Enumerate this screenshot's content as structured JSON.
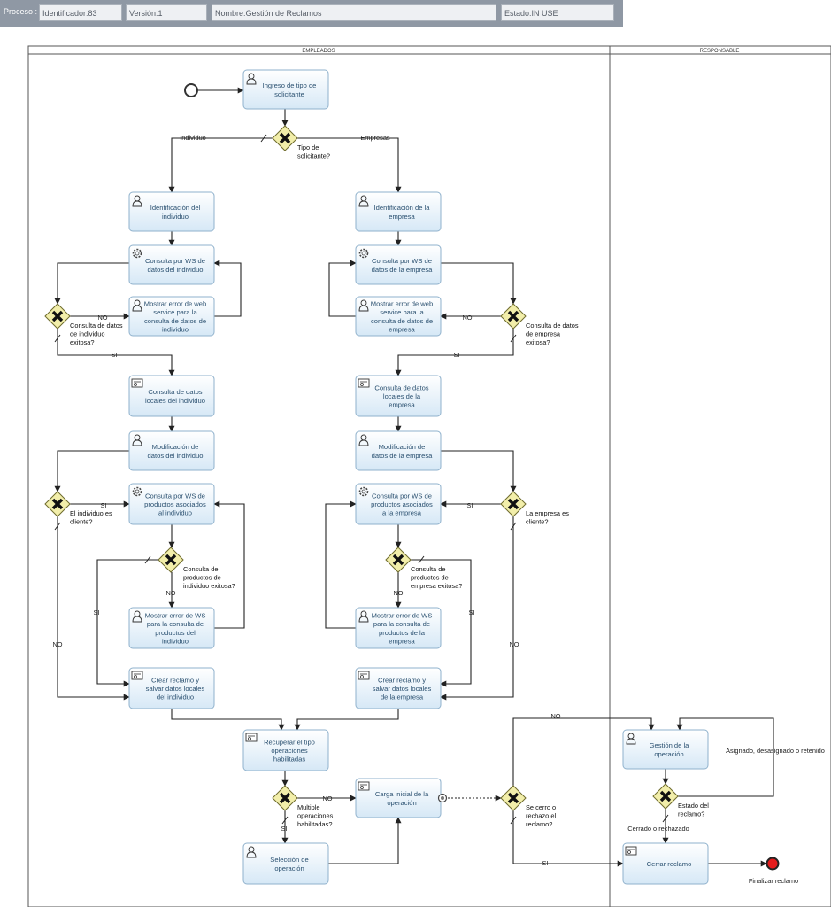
{
  "header": {
    "label": "Proceso :",
    "fields": [
      "Identificador:83",
      "Versión:1",
      "Nombre:Gestión de Reclamos",
      "Estado:IN USE"
    ]
  },
  "lanes": [
    "EMPLEADOS",
    "RESPONSABLE"
  ],
  "tasks": [
    {
      "id": "t1",
      "icon": "user-icon",
      "lines": [
        "Ingreso de tipo de",
        "solicitante"
      ]
    },
    {
      "id": "t2",
      "icon": "user-icon",
      "lines": [
        "Identificación del",
        "individuo"
      ]
    },
    {
      "id": "t3",
      "icon": "user-icon",
      "lines": [
        "Identificación de la",
        "empresa"
      ]
    },
    {
      "id": "t4",
      "icon": "gear-icon",
      "lines": [
        "Consulta por WS de",
        "datos del individuo"
      ]
    },
    {
      "id": "t5",
      "icon": "gear-icon",
      "lines": [
        "Consulta por WS de",
        "datos de la empresa"
      ]
    },
    {
      "id": "t6",
      "icon": "user-icon",
      "lines": [
        "Mostrar error de web",
        "service para la",
        "consulta de datos de",
        "individuo"
      ]
    },
    {
      "id": "t7",
      "icon": "user-icon",
      "lines": [
        "Mostrar error de web",
        "service para la",
        "consulta de datos de",
        "empresa"
      ]
    },
    {
      "id": "t8",
      "icon": "script-icon",
      "lines": [
        "Consulta de datos",
        "locales del individuo"
      ]
    },
    {
      "id": "t9",
      "icon": "script-icon",
      "lines": [
        "Consulta de datos",
        "locales de la",
        "empresa"
      ]
    },
    {
      "id": "t10",
      "icon": "user-icon",
      "lines": [
        "Modificación de",
        "datos del individuo"
      ]
    },
    {
      "id": "t11",
      "icon": "user-icon",
      "lines": [
        "Modificación de",
        "datos de la empresa"
      ]
    },
    {
      "id": "t12",
      "icon": "gear-icon",
      "lines": [
        "Consulta por WS de",
        "productos asociados",
        "al individuo"
      ]
    },
    {
      "id": "t13",
      "icon": "gear-icon",
      "lines": [
        "Consulta por WS de",
        "productos asociados",
        "a la empresa"
      ]
    },
    {
      "id": "t14",
      "icon": "user-icon",
      "lines": [
        "Mostrar error de WS",
        "para la consulta de",
        "productos del",
        "individuo"
      ]
    },
    {
      "id": "t15",
      "icon": "user-icon",
      "lines": [
        "Mostrar error de WS",
        "para la consulta de",
        "productos de la",
        "empresa"
      ]
    },
    {
      "id": "t16",
      "icon": "script-icon",
      "lines": [
        "Crear reclamo y",
        "salvar datos locales",
        "del individuo"
      ]
    },
    {
      "id": "t17",
      "icon": "script-icon",
      "lines": [
        "Crear reclamo y",
        "salvar datos locales",
        "de la empresa"
      ]
    },
    {
      "id": "t18",
      "icon": "script-icon",
      "lines": [
        "Recuperar el tipo",
        "operaciones",
        "habilitadas"
      ]
    },
    {
      "id": "t19",
      "icon": "script-icon",
      "lines": [
        "Carga inicial de la",
        "operación"
      ]
    },
    {
      "id": "t20",
      "icon": "user-icon",
      "lines": [
        "Selección de",
        "operación"
      ]
    },
    {
      "id": "t21",
      "icon": "user-icon",
      "lines": [
        "Gestión de la",
        "operación"
      ]
    },
    {
      "id": "t22",
      "icon": "script-icon",
      "lines": [
        "Cerrar reclamo"
      ]
    }
  ],
  "gateways": [
    {
      "id": "g1",
      "lines": [
        "Tipo de",
        "solicitante?"
      ]
    },
    {
      "id": "g2",
      "lines": [
        "Consulta de datos",
        "de individuo",
        "exitosa?"
      ]
    },
    {
      "id": "g3",
      "lines": [
        "Consulta de datos",
        "de empresa",
        "exitosa?"
      ]
    },
    {
      "id": "g4",
      "lines": [
        "El individuo es",
        "cliente?"
      ]
    },
    {
      "id": "g5",
      "lines": [
        "La empresa es",
        "cliente?"
      ]
    },
    {
      "id": "g6",
      "lines": [
        "Consulta de",
        "productos de",
        "individuo exitosa?"
      ]
    },
    {
      "id": "g7",
      "lines": [
        "Consulta de",
        "productos de",
        "empresa exitosa?"
      ]
    },
    {
      "id": "g8",
      "lines": [
        "Multiple",
        "operaciones",
        "habilitadas?"
      ]
    },
    {
      "id": "g9",
      "lines": [
        "Se cerro o",
        "rechazo el",
        "reclamo?"
      ]
    },
    {
      "id": "g10",
      "lines": [
        "Estado del",
        "reclamo?"
      ]
    }
  ],
  "flow_labels": {
    "individuo": "Individuo",
    "empresas": "Empresas",
    "no": "NO",
    "si": "SI",
    "asignado": "Asignado, desasignado o retenido",
    "cerrado": "Cerrado o rechazado"
  },
  "end_event": {
    "label": "Finalizar reclamo"
  },
  "colors": {
    "task_fill_top": "#ffffff",
    "task_fill_bottom": "#d6e8f6",
    "task_border": "#8fb1cc",
    "gateway_fill": "#f2eeaa",
    "gateway_border": "#6f6c2e",
    "end_fill": "#e31b1b",
    "flow": "#222222"
  }
}
